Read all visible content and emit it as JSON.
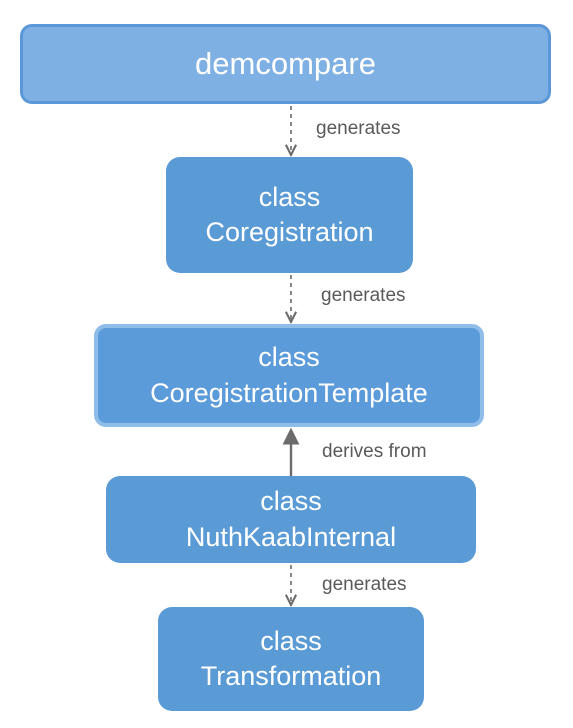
{
  "nodes": {
    "demcompare": {
      "label": "demcompare"
    },
    "coregistration": {
      "label": "class\nCoregistration"
    },
    "coregistration_template": {
      "label": "class\nCoregistrationTemplate"
    },
    "nuth_kaab_internal": {
      "label": "class\nNuthKaabInternal"
    },
    "transformation": {
      "label": "class\nTransformation"
    }
  },
  "edges": [
    {
      "from": "demcompare",
      "to": "coregistration",
      "label": "generates",
      "style": "dashed"
    },
    {
      "from": "coregistration",
      "to": "coregistration_template",
      "label": "generates",
      "style": "dashed"
    },
    {
      "from": "nuth_kaab_internal",
      "to": "coregistration_template",
      "label": "derives from",
      "style": "solid"
    },
    {
      "from": "nuth_kaab_internal",
      "to": "transformation",
      "label": "generates",
      "style": "dashed"
    }
  ],
  "colors": {
    "node_fill": "#5b9bd5",
    "top_node_fill": "#7fb0e3",
    "text": "#ffffff",
    "edge": "#6b6b6b",
    "edge_label": "#5a5a5a"
  }
}
